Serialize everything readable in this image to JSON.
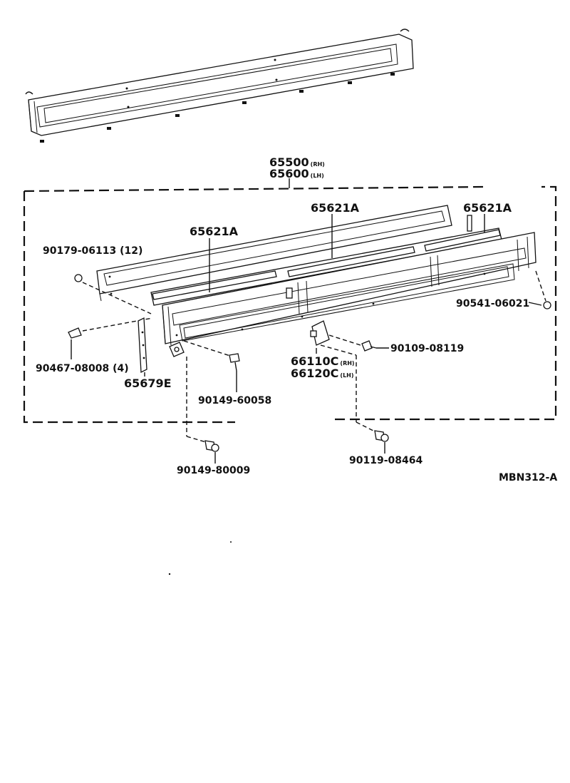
{
  "labels": {
    "assembly_rh": "65500",
    "assembly_rh_suffix": "(RH)",
    "assembly_lh": "65600",
    "assembly_lh_suffix": "(LH)",
    "guard_left": "65621A",
    "guard_center": "65621A",
    "guard_right": "65621A",
    "screw_clip": "90179-06113 (12)",
    "nut_right": "90541-06021",
    "nut_left": "90467-08008 (4)",
    "bracket": "65679E",
    "bolt_mid": "90149-60058",
    "bolt_right": "90109-08119",
    "hinge_rh": "66110C",
    "hinge_rh_suffix": "(RH)",
    "hinge_lh": "66120C",
    "hinge_lh_suffix": "(LH)",
    "bolt_bottom_left": "90149-80009",
    "bolt_bottom_right": "90119-08464",
    "diagram_code": "MBN312-A"
  }
}
